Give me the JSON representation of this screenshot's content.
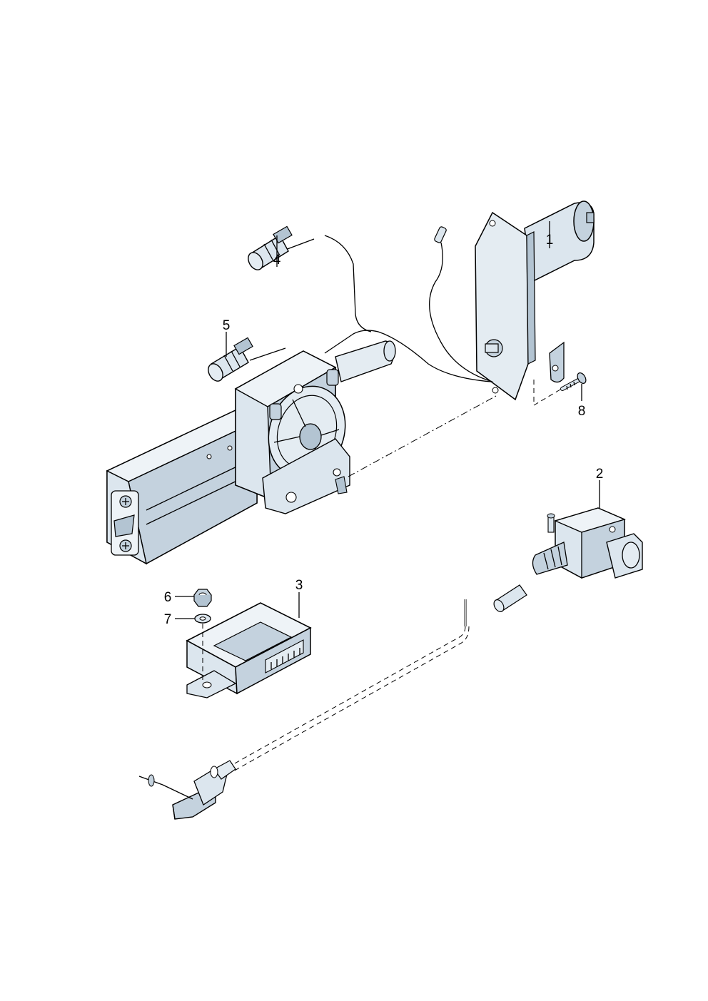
{
  "callouts": {
    "c1": "1",
    "c2": "2",
    "c3": "3",
    "c4": "4",
    "c5": "5",
    "c6": "6",
    "c7": "7",
    "c8": "8"
  },
  "colors": {
    "part_fill": "#dce6ee",
    "part_shade": "#b3c4d2",
    "part_dark": "#8fa3b4",
    "outline": "#000000",
    "background": "#ffffff"
  }
}
